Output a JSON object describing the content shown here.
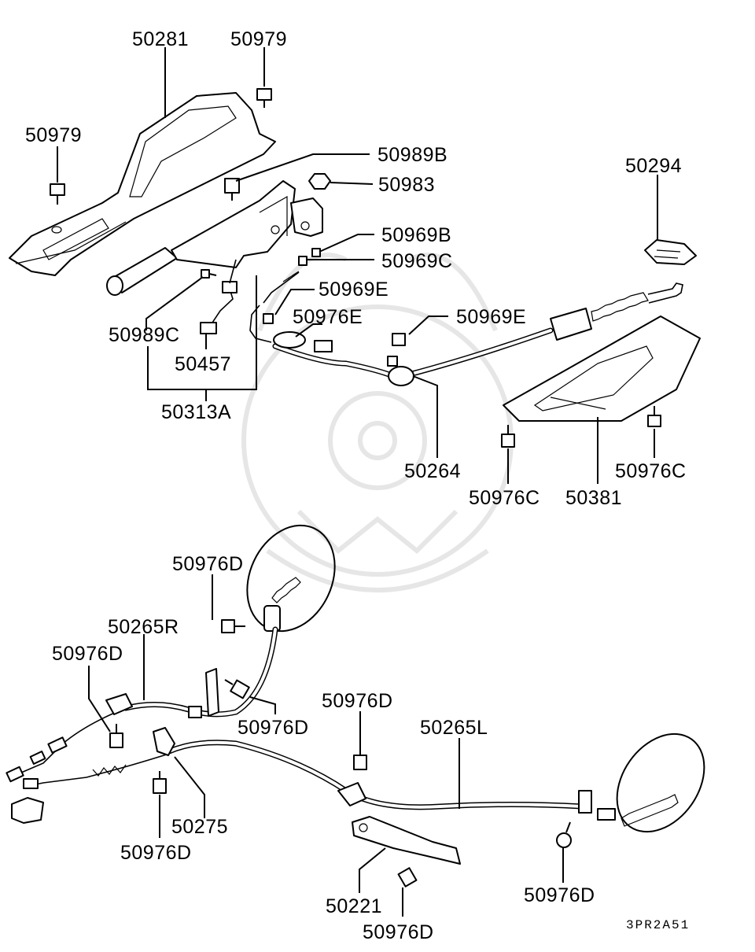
{
  "labels": {
    "p50281": "50281",
    "p50979_top": "50979",
    "p50979_left": "50979",
    "p50989B": "50989B",
    "p50983": "50983",
    "p50294": "50294",
    "p50969B": "50969B",
    "p50969C": "50969C",
    "p50969E_1": "50969E",
    "p50976E": "50976E",
    "p50969E_2": "50969E",
    "p50989C": "50989C",
    "p50457": "50457",
    "p50313A": "50313A",
    "p50264": "50264",
    "p50976C_1": "50976C",
    "p50381": "50381",
    "p50976C_2": "50976C",
    "p50976D_1": "50976D",
    "p50265R": "50265R",
    "p50976D_2": "50976D",
    "p50976D_3": "50976D",
    "p50976D_4": "50976D",
    "p50265L": "50265L",
    "p50275": "50275",
    "p50976D_5": "50976D",
    "p50221": "50221",
    "p50976D_6": "50976D",
    "p50976D_7": "50976D"
  },
  "diagram_code": "3PR2A51"
}
